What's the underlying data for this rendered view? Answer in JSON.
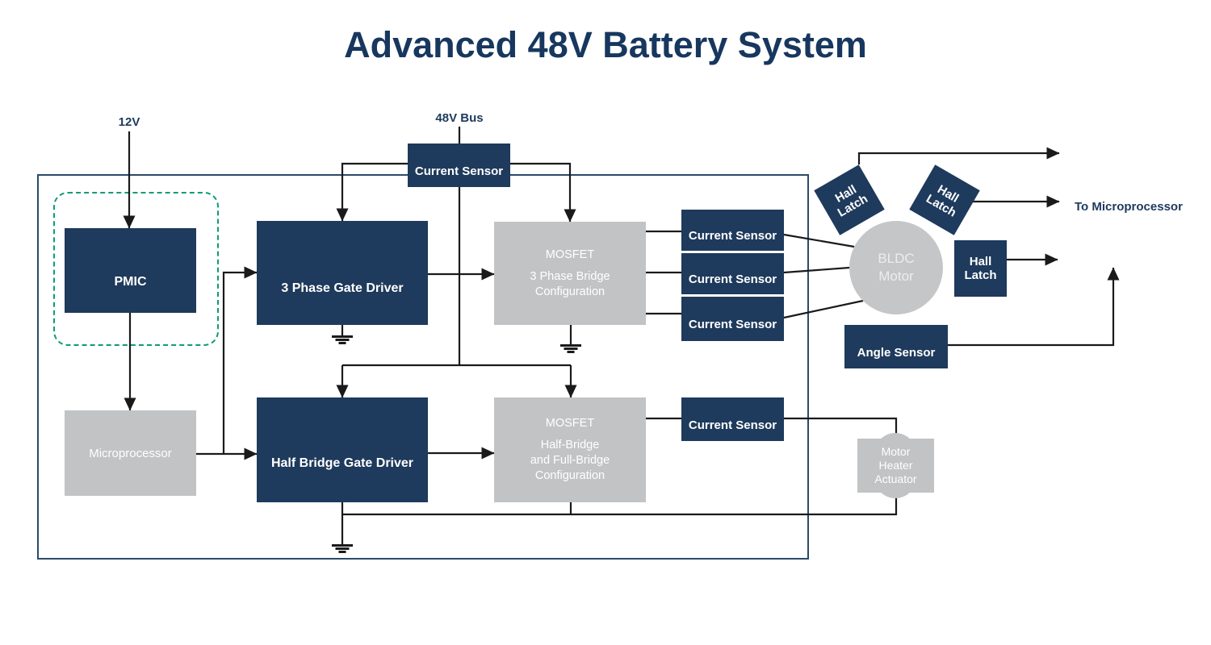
{
  "title": "Advanced 48V Battery System",
  "labels": {
    "supply_12v": "12V",
    "bus_48v": "48V Bus",
    "to_microprocessor": "To Microprocessor"
  },
  "blocks": {
    "pmic": "PMIC",
    "microprocessor": "Microprocessor",
    "three_phase_gate_driver": "3 Phase Gate Driver",
    "half_bridge_gate_driver": "Half Bridge Gate Driver",
    "mosfet_three_phase": {
      "line1": "MOSFET",
      "line2": "3 Phase Bridge",
      "line3": "Configuration"
    },
    "mosfet_half_bridge": {
      "line1": "MOSFET",
      "line2": "Half-Bridge",
      "line3": "and Full-Bridge",
      "line4": "Configuration"
    },
    "current_sensor": "Current Sensor",
    "bldc_motor": {
      "line1": "BLDC",
      "line2": "Motor"
    },
    "hall_latch": {
      "line1": "Hall",
      "line2": "Latch"
    },
    "angle_sensor": "Angle Sensor",
    "motor_heater_actuator": {
      "line1": "Motor",
      "line2": "Heater",
      "line3": "Actuator"
    }
  },
  "colors": {
    "navy_block": "#1E3A5C",
    "gray_block": "#C1C3C5",
    "dashed_outline_green": "#0F9B77",
    "title_text": "#17375E",
    "wire": "#1A1A1A",
    "boundary": "#2A4A69"
  }
}
